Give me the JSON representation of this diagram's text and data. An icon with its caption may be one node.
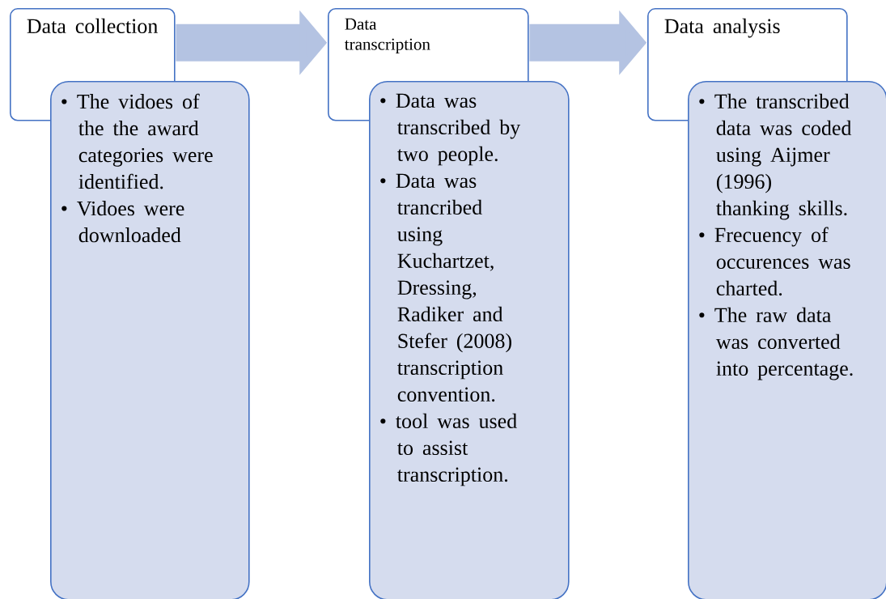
{
  "diagram": {
    "nodes": [
      {
        "text": [
          "Data collection"
        ]
      },
      {
        "text": [
          "• The vidoes of the the award categories were identified.",
          "• Vidoes were downloaded"
        ]
      },
      {
        "text": [
          "Data transcription"
        ]
      },
      {
        "text": [
          "• Data was transcribed by two people.",
          "• Data was trancribed using Kuchartzet, Dressing, Radiker and Stefer (2008) transcription convention.",
          "• tool was used to assist transcription."
        ]
      },
      {
        "text": [
          "Data analysis"
        ]
      },
      {
        "text": [
          "• The transcribed data was coded using Aijmer (1996) thanking skills.",
          "• Frecuency of occurences was charted.",
          "• The raw data was converted into percentage."
        ]
      }
    ],
    "edges": [
      {
        "from": 0,
        "to": 2,
        "arrow": "to"
      },
      {
        "from": 2,
        "to": 4,
        "arrow": "to"
      }
    ]
  }
}
